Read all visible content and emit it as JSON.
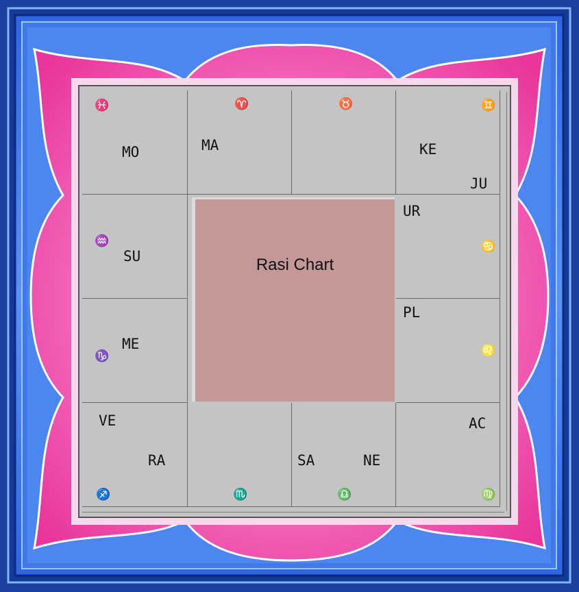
{
  "center_title": "Rasi Chart",
  "colors": {
    "background": "#1b3f9e",
    "frame_blue": "#2f5fd8",
    "frame_light": "#7ab0ff",
    "lotus_pink": "#f25fb2",
    "lotus_light": "#fbd2ea",
    "cell": "#c4c4c4",
    "center": "#c49898"
  },
  "houses": {
    "pisces": {
      "sign_name": "Pisces",
      "sign_glyph": "♓",
      "planets": [
        "MO"
      ]
    },
    "aries": {
      "sign_name": "Aries",
      "sign_glyph": "♈",
      "planets": [
        "MA"
      ]
    },
    "taurus": {
      "sign_name": "Taurus",
      "sign_glyph": "♉",
      "planets": []
    },
    "gemini": {
      "sign_name": "Gemini",
      "sign_glyph": "♊",
      "planets": [
        "KE",
        "JU"
      ]
    },
    "aquarius": {
      "sign_name": "Aquarius",
      "sign_glyph": "♒",
      "planets": [
        "SU"
      ]
    },
    "cancer": {
      "sign_name": "Cancer",
      "sign_glyph": "♋",
      "planets": [
        "UR"
      ]
    },
    "capricorn": {
      "sign_name": "Capricorn",
      "sign_glyph": "♑",
      "planets": [
        "ME"
      ]
    },
    "leo": {
      "sign_name": "Leo",
      "sign_glyph": "♌",
      "planets": [
        "PL"
      ]
    },
    "sagittarius": {
      "sign_name": "Sagittarius",
      "sign_glyph": "♐",
      "planets": [
        "VE",
        "RA"
      ]
    },
    "scorpio": {
      "sign_name": "Scorpio",
      "sign_glyph": "♏",
      "planets": []
    },
    "libra": {
      "sign_name": "Libra",
      "sign_glyph": "♎",
      "planets": [
        "SA",
        "NE"
      ]
    },
    "virgo": {
      "sign_name": "Virgo",
      "sign_glyph": "♍",
      "planets": [
        "AC"
      ]
    }
  }
}
